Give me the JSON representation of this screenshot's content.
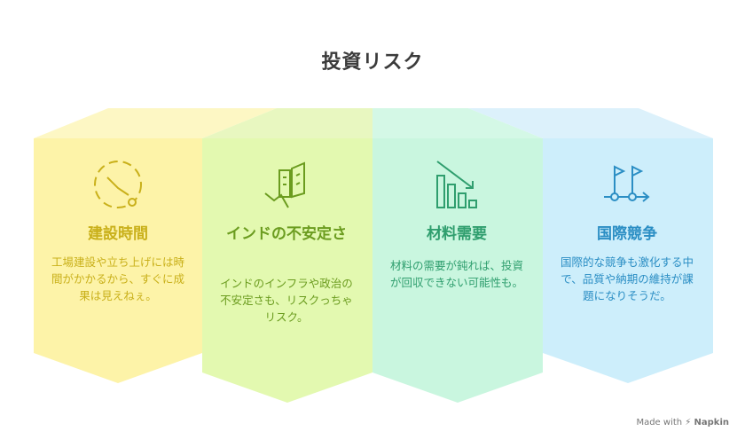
{
  "title": "投資リスク",
  "panels": [
    {
      "title": "建設時間",
      "description": "工場建設や立ち上げには時間がかかるから、すぐに成果は見えねぇ。",
      "icon": "clock-icon",
      "color": "#c9b01a"
    },
    {
      "title": "インドの不安定さ",
      "description": "インドのインフラや政治の不安定さも、リスクっちゃリスク。",
      "icon": "falling-buildings-icon",
      "color": "#6b9c1f"
    },
    {
      "title": "材料需要",
      "description": "材料の需要が鈍れば、投資が回収できない可能性も。",
      "icon": "declining-bar-chart-icon",
      "color": "#2f9e6e"
    },
    {
      "title": "国際競争",
      "description": "国際的な競争も激化する中で、品質や納期の維持が課題になりそうだ。",
      "icon": "race-flags-icon",
      "color": "#2b8ec4"
    }
  ],
  "watermark": {
    "prefix": "Made with",
    "brand": "Napkin"
  }
}
